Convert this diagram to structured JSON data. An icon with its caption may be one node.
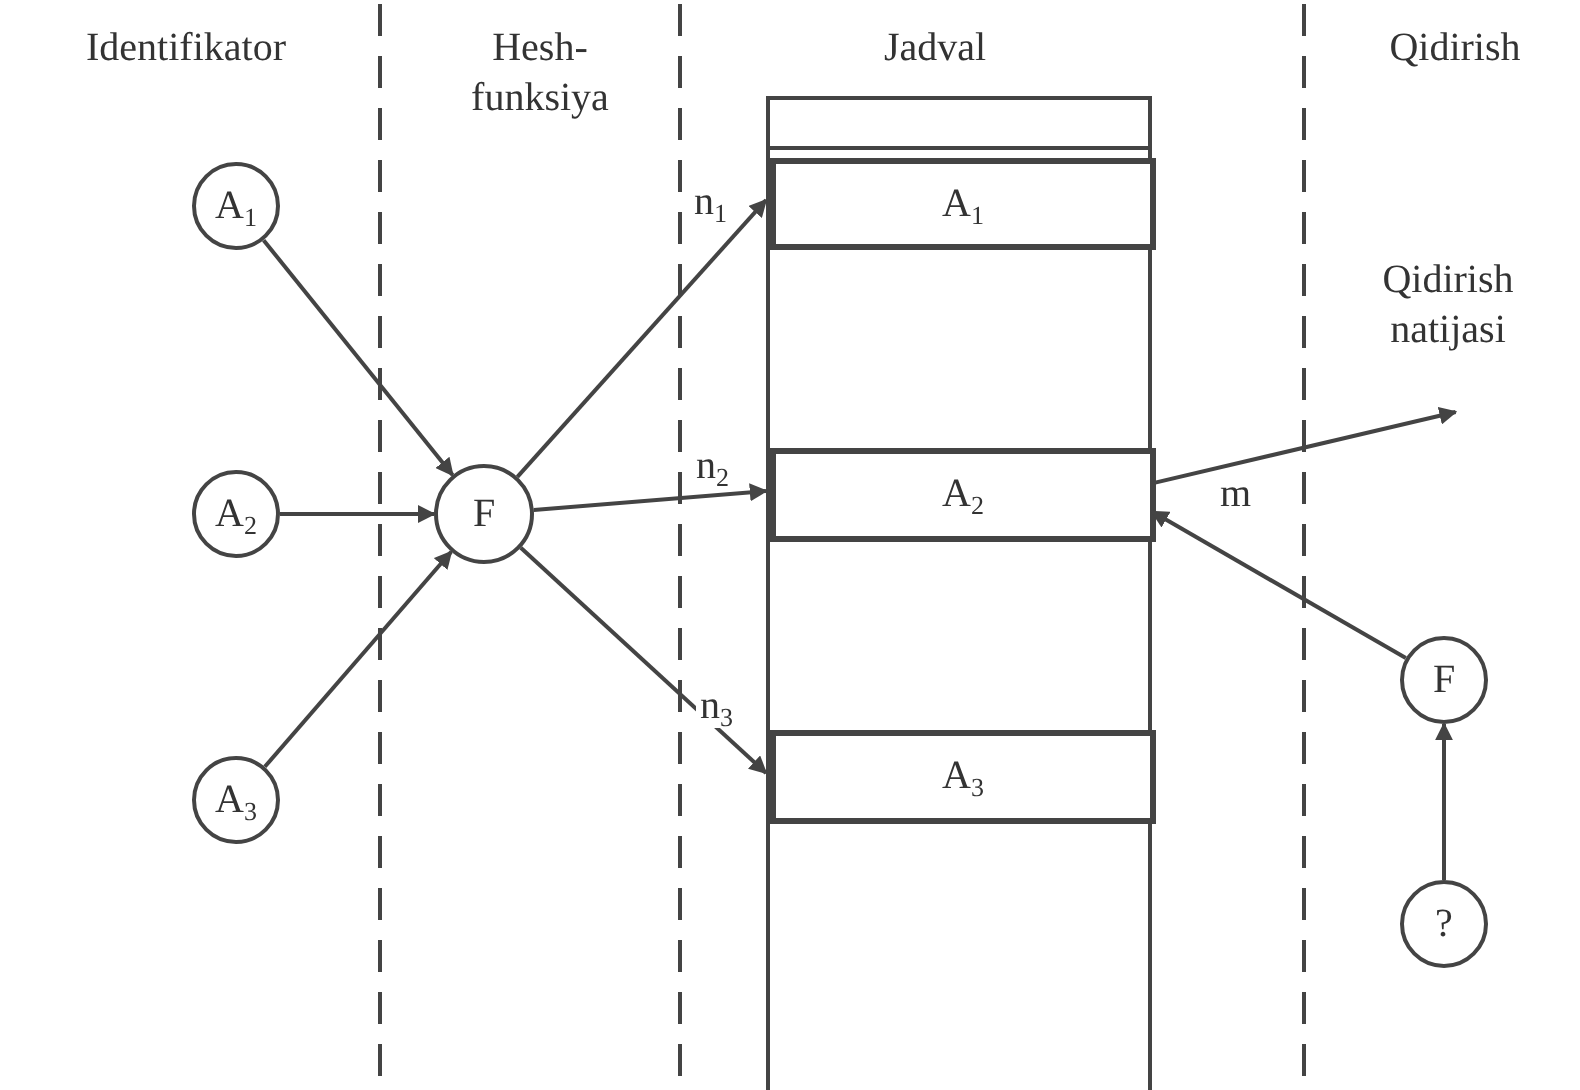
{
  "diagram": {
    "nodes": [
      {
        "text": [
          "A$_{1}$"
        ]
      },
      {
        "text": [
          "A$_{2}$"
        ]
      },
      {
        "text": [
          "A$_{3}$"
        ]
      },
      {
        "text": [
          "F"
        ]
      },
      {
        "text": [],
        "shape": "box"
      },
      {
        "text": [
          "A$_{1}$"
        ],
        "in": 4
      },
      {
        "text": [
          "A$_{2}$"
        ],
        "in": 4
      },
      {
        "text": [
          "A$_{3}$"
        ],
        "in": 4
      },
      {
        "text": [
          "Qidirish natijasi"
        ]
      },
      {
        "text": [
          "F"
        ]
      },
      {
        "text": [
          "?"
        ]
      }
    ],
    "edges": [
      {
        "from": 0,
        "to": 3,
        "arrow": "to"
      },
      {
        "from": 1,
        "to": 3,
        "arrow": "to"
      },
      {
        "from": 2,
        "to": 3,
        "arrow": "to"
      },
      {
        "from": 3,
        "to": 5,
        "arrow": "to",
        "label": "n$_{1}$"
      },
      {
        "from": 3,
        "to": 6,
        "arrow": "to",
        "label": "n$_{2}$"
      },
      {
        "from": 3,
        "to": 7,
        "arrow": "to",
        "label": "n$_{3}$"
      },
      {
        "from": 6,
        "to": 8,
        "arrow": "to"
      },
      {
        "from": 9,
        "to": 6,
        "arrow": "to",
        "label": "m"
      },
      {
        "from": 10,
        "to": 9,
        "arrow": "to"
      }
    ],
    "labels": [
      "Identifikator",
      "Hesh- funksiya",
      "Jadval",
      "Qidirish"
    ]
  }
}
